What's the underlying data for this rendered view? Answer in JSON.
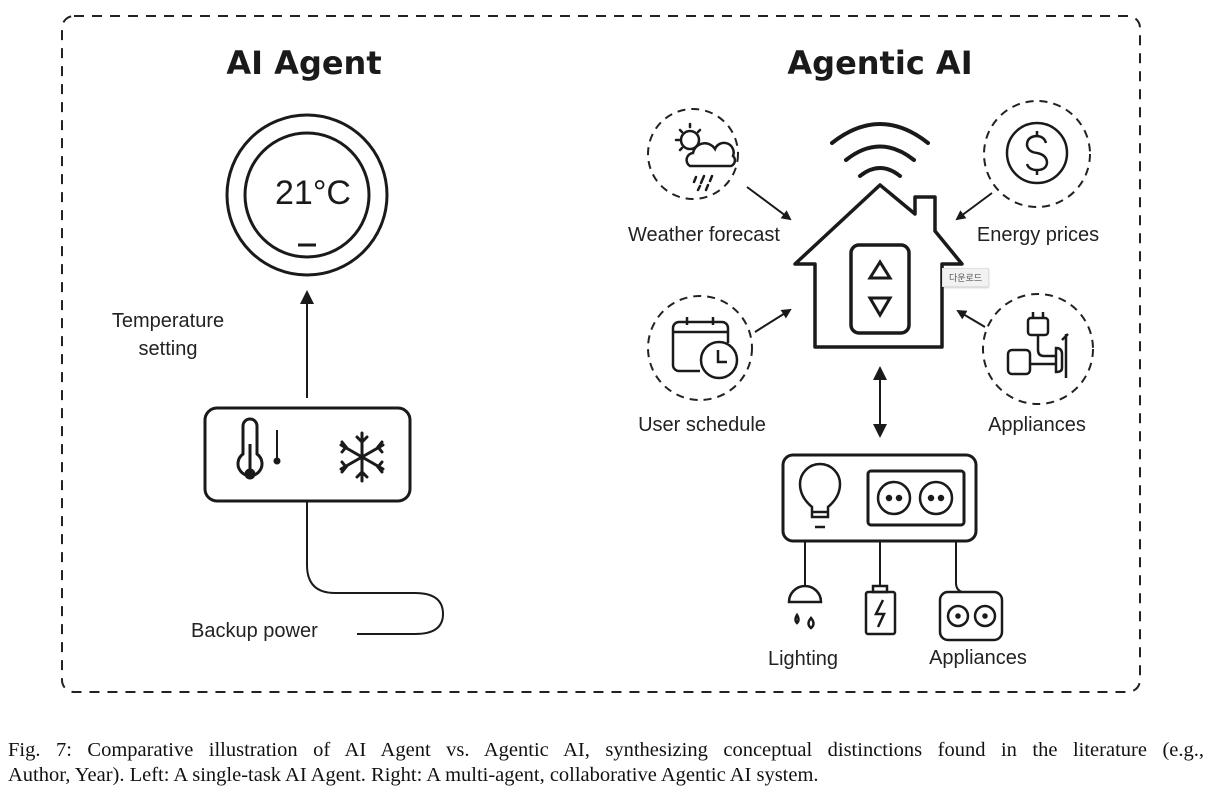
{
  "left_panel": {
    "title": "AI Agent",
    "thermostat_readout": "21°C",
    "arrow_label_line1": "Temperature",
    "arrow_label_line2": "setting",
    "device_icons": [
      "thermometer-icon",
      "snowflake-icon"
    ],
    "cable_label": "Backup power"
  },
  "right_panel": {
    "title": "Agentic AI",
    "inputs": [
      {
        "label": "Weather forecast",
        "icon": "weather-icon"
      },
      {
        "label": "Energy prices",
        "icon": "dollar-icon"
      },
      {
        "label": "User schedule",
        "icon": "calendar-clock-icon"
      },
      {
        "label": "Appliances",
        "icon": "appliance-plug-icon"
      }
    ],
    "hub_icon": "smart-home-icon",
    "hub_controls": [
      "up-arrow",
      "down-arrow"
    ],
    "tooltip": "다운로드",
    "outputs": [
      {
        "label": "Lighting",
        "icon": "ceiling-lamp-icon"
      },
      {
        "label": "",
        "icon": "battery-icon"
      },
      {
        "label": "Appliances",
        "icon": "socket-icon"
      }
    ]
  },
  "caption": {
    "line1": "Fig. 7: Comparative illustration of AI Agent vs. Agentic AI, synthesizing conceptual distinctions found in the literature (e.g.,",
    "line2": "Author, Year). Left: A single-task AI Agent. Right: A multi-agent, collaborative Agentic AI system."
  }
}
